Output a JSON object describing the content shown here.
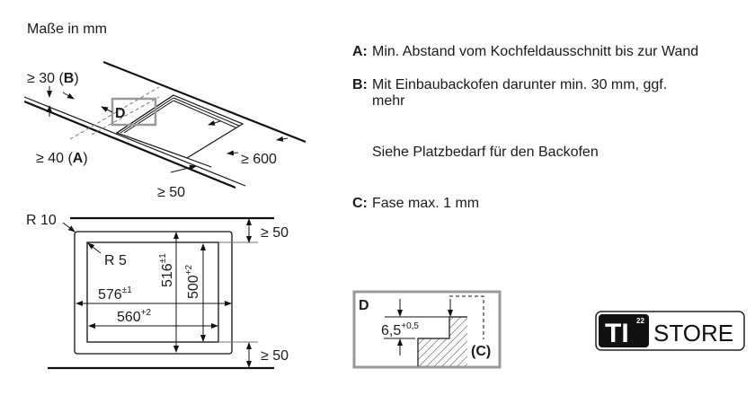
{
  "title": "Maße in mm",
  "top_view": {
    "b_label": "≥ 30 (",
    "b_letter": "B",
    "a_label": "≥ 40 (",
    "a_letter": "A",
    "close": ")",
    "depth": "≥ 600",
    "front": "≥ 50",
    "detail_marker": "D"
  },
  "cutout": {
    "outer_radius": "R 10",
    "inner_radius": "R 5",
    "outer_width": "576",
    "outer_width_tol": "±1",
    "inner_width": "560",
    "inner_width_tol": "+2",
    "outer_depth": "516",
    "outer_depth_tol": "±1",
    "inner_depth": "500",
    "inner_depth_tol": "+2",
    "top_clearance": "≥ 50",
    "bottom_clearance": "≥ 50"
  },
  "notes": [
    {
      "key": "A:",
      "text": "Min. Abstand vom Kochfeldausschnitt bis zur Wand"
    },
    {
      "key": "B:",
      "text": "Mit Einbaubackofen darunter min. 30 mm, ggf. mehr"
    },
    {
      "key": "",
      "text": "Siehe Platzbedarf für den Backofen"
    },
    {
      "key": "C:",
      "text": "Fase max. 1 mm"
    }
  ],
  "detail": {
    "label": "D",
    "dimension": "6,5",
    "tolerance": "+0,5",
    "chamfer": "(C)"
  },
  "logo": {
    "main": "TI",
    "sup": "22",
    "store": "STORE"
  }
}
